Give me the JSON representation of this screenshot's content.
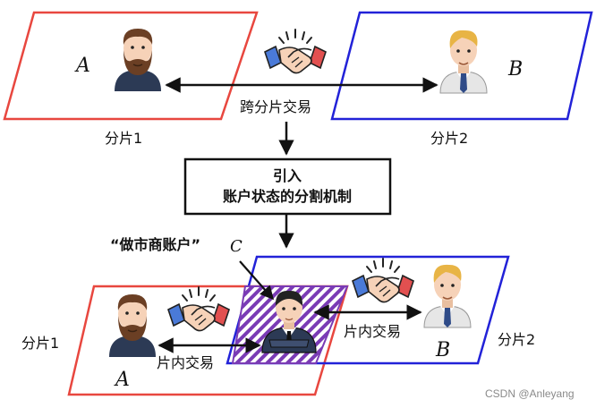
{
  "labels": {
    "node_a_top": "A",
    "node_b_top": "B",
    "shard1_top": "分片1",
    "shard2_top": "分片2",
    "cross_shard_tx": "跨分片交易",
    "box_line1": "引入",
    "box_line2": "账户状态的分割机制",
    "market_maker": "“做市商账户”",
    "node_c": "C",
    "shard1_bottom": "分片1",
    "shard2_bottom": "分片2",
    "intra_tx_left": "片内交易",
    "intra_tx_right": "片内交易",
    "node_a_bottom": "A",
    "node_b_bottom": "B",
    "watermark": "CSDN @Anleyang"
  },
  "colors": {
    "shard1": "#e8473f",
    "shard2": "#2222d8",
    "overlap_hatch": "#7a3bb5",
    "arrow": "#111111",
    "hand_red": "#e25050",
    "hand_blue": "#4a7ad8",
    "skin": "#f6d2b8",
    "beard": "#6b3f24",
    "hair_blond": "#e8b445",
    "shirt_navy": "#2c3a55",
    "shirt_white": "#e6e6e6",
    "tie": "#2f4b88"
  },
  "icons": [
    "bearded-man-icon",
    "blond-man-icon",
    "handshake-icon",
    "businessman-icon"
  ]
}
